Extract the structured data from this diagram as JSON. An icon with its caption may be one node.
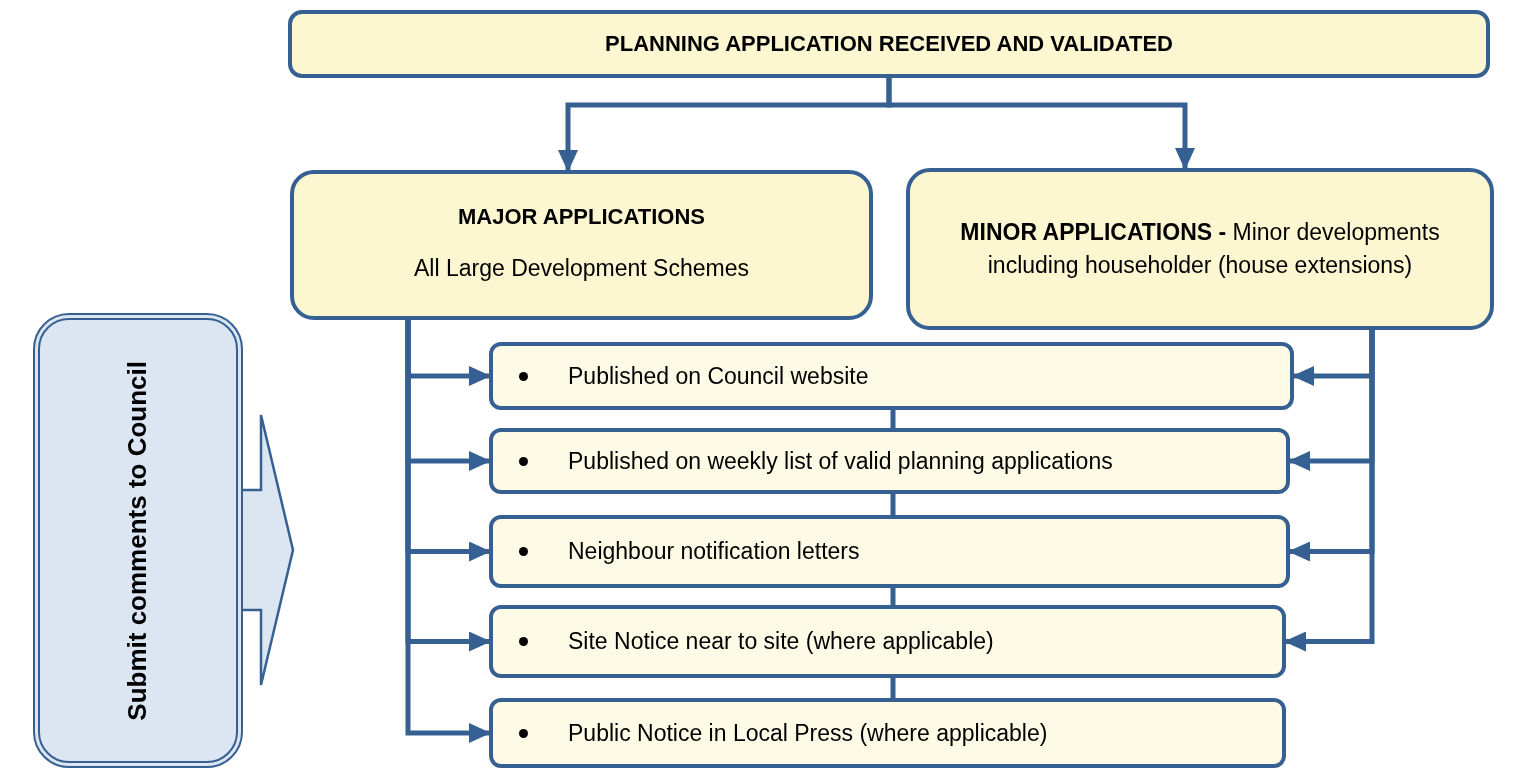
{
  "diagram": {
    "nodes": [
      {
        "text": [
          "PLANNING APPLICATION RECEIVED AND VALIDATED"
        ]
      },
      {
        "text": [
          "MAJOR APPLICATIONS",
          "All Large Development Schemes"
        ]
      },
      {
        "text": [
          "**MINOR APPLICATIONS -** Minor developments including householder (house extensions)"
        ]
      },
      {
        "text": [
          "Published on Council website"
        ]
      },
      {
        "text": [
          "Published on weekly list of valid planning applications"
        ]
      },
      {
        "text": [
          "Neighbour notification letters"
        ]
      },
      {
        "text": [
          "Site Notice near to site (where applicable)"
        ]
      },
      {
        "text": [
          "Public Notice in Local Press (where applicable)"
        ]
      },
      {
        "text": [
          "Submit comments to Council"
        ]
      }
    ],
    "edges": [
      {
        "from": 0,
        "to": 1,
        "arrow": "to"
      },
      {
        "from": 0,
        "to": 2,
        "arrow": "to"
      },
      {
        "from": 1,
        "to": 3,
        "arrow": "to"
      },
      {
        "from": 1,
        "to": 4,
        "arrow": "to"
      },
      {
        "from": 1,
        "to": 5,
        "arrow": "to"
      },
      {
        "from": 1,
        "to": 6,
        "arrow": "to"
      },
      {
        "from": 1,
        "to": 7,
        "arrow": "to"
      },
      {
        "from": 2,
        "to": 3,
        "arrow": "to"
      },
      {
        "from": 2,
        "to": 4,
        "arrow": "to"
      },
      {
        "from": 2,
        "to": 5,
        "arrow": "to"
      },
      {
        "from": 2,
        "to": 6,
        "arrow": "to"
      },
      {
        "from": 3,
        "to": 4,
        "arrow": "none"
      },
      {
        "from": 4,
        "to": 5,
        "arrow": "none"
      },
      {
        "from": 5,
        "to": 6,
        "arrow": "none"
      },
      {
        "from": 6,
        "to": 7,
        "arrow": "none"
      },
      {
        "from": 8,
        "to": null,
        "arrow": "to"
      }
    ]
  }
}
